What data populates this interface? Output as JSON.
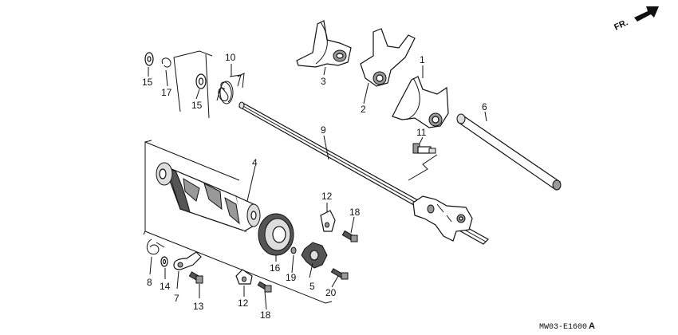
{
  "direction_label": "FR.",
  "diagram_code": "MW03-E1600",
  "diagram_code_suffix": "A",
  "callouts": {
    "c1": "1",
    "c2": "2",
    "c3": "3",
    "c4": "4",
    "c5": "5",
    "c6": "6",
    "c7": "7",
    "c8": "8",
    "c9": "9",
    "c10": "10",
    "c11": "11",
    "c12a": "12",
    "c12b": "12",
    "c13": "13",
    "c14": "14",
    "c15a": "15",
    "c15b": "15",
    "c16": "16",
    "c17": "17",
    "c18a": "18",
    "c18b": "18",
    "c19": "19",
    "c20": "20"
  }
}
